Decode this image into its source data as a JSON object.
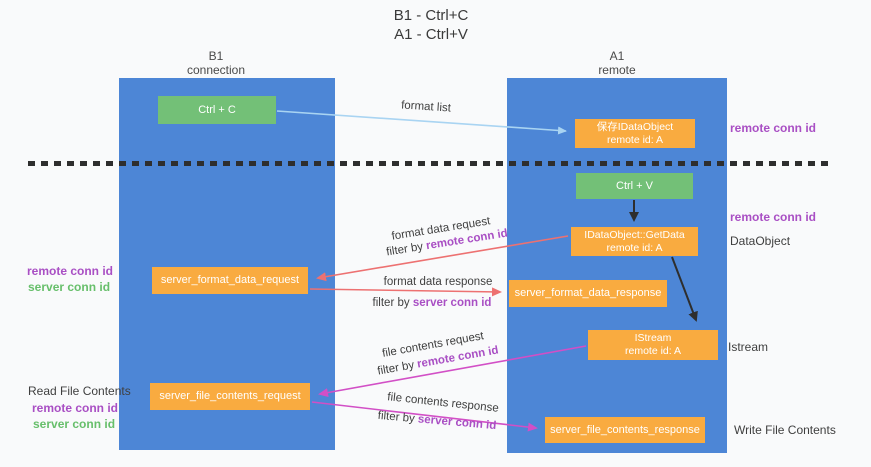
{
  "title": {
    "line1": "B1 - Ctrl+C",
    "line2": "A1 - Ctrl+V"
  },
  "lanes": {
    "left": {
      "name": "B1",
      "subtitle": "connection"
    },
    "right": {
      "name": "A1",
      "subtitle": "remote"
    }
  },
  "boxes": {
    "ctrl_c": {
      "label": "Ctrl + C"
    },
    "ctrl_v": {
      "label": "Ctrl + V"
    },
    "save_dataobject": {
      "line1": "保存IDataObject",
      "line2": "remote id: A"
    },
    "getdata": {
      "line1": "IDataObject::GetData",
      "line2": "remote id: A"
    },
    "istream": {
      "line1": "IStream",
      "line2": "remote id: A"
    },
    "server_format_data_request": {
      "label": "server_format_data_request"
    },
    "server_format_data_response": {
      "label": "server_format_data_response"
    },
    "server_file_contents_request": {
      "label": "server_file_contents_request"
    },
    "server_file_contents_response": {
      "label": "server_file_contents_response"
    }
  },
  "arrow_labels": {
    "format_list": "format list",
    "format_data_request": "format data request",
    "format_data_response": "format data response",
    "file_contents_request": "file contents request",
    "file_contents_response": "file contents response",
    "filter_by": "filter by ",
    "remote_conn_id": "remote conn id",
    "server_conn_id": "server conn id"
  },
  "annotations": {
    "left_mid_remote": "remote conn id",
    "left_mid_server": "server conn id",
    "read_file_contents": "Read File Contents",
    "left_bottom_remote": "remote conn id",
    "left_bottom_server": "server conn id",
    "right_top_remote": "remote conn id",
    "right_mid_remote": "remote conn id",
    "dataobject": "DataObject",
    "istream": "Istream",
    "write_file_contents": "Write File Contents"
  },
  "colors": {
    "lane_blue": "#4d86d6",
    "box_green": "#73c077",
    "box_orange": "#f9ab40",
    "arrow_lightblue": "#a9d4f2",
    "arrow_red": "#ed7171",
    "arrow_magenta": "#d24fc6",
    "arrow_black": "#2e2e2e",
    "label_purple": "#a94fc4",
    "label_green": "#67bf6b"
  }
}
